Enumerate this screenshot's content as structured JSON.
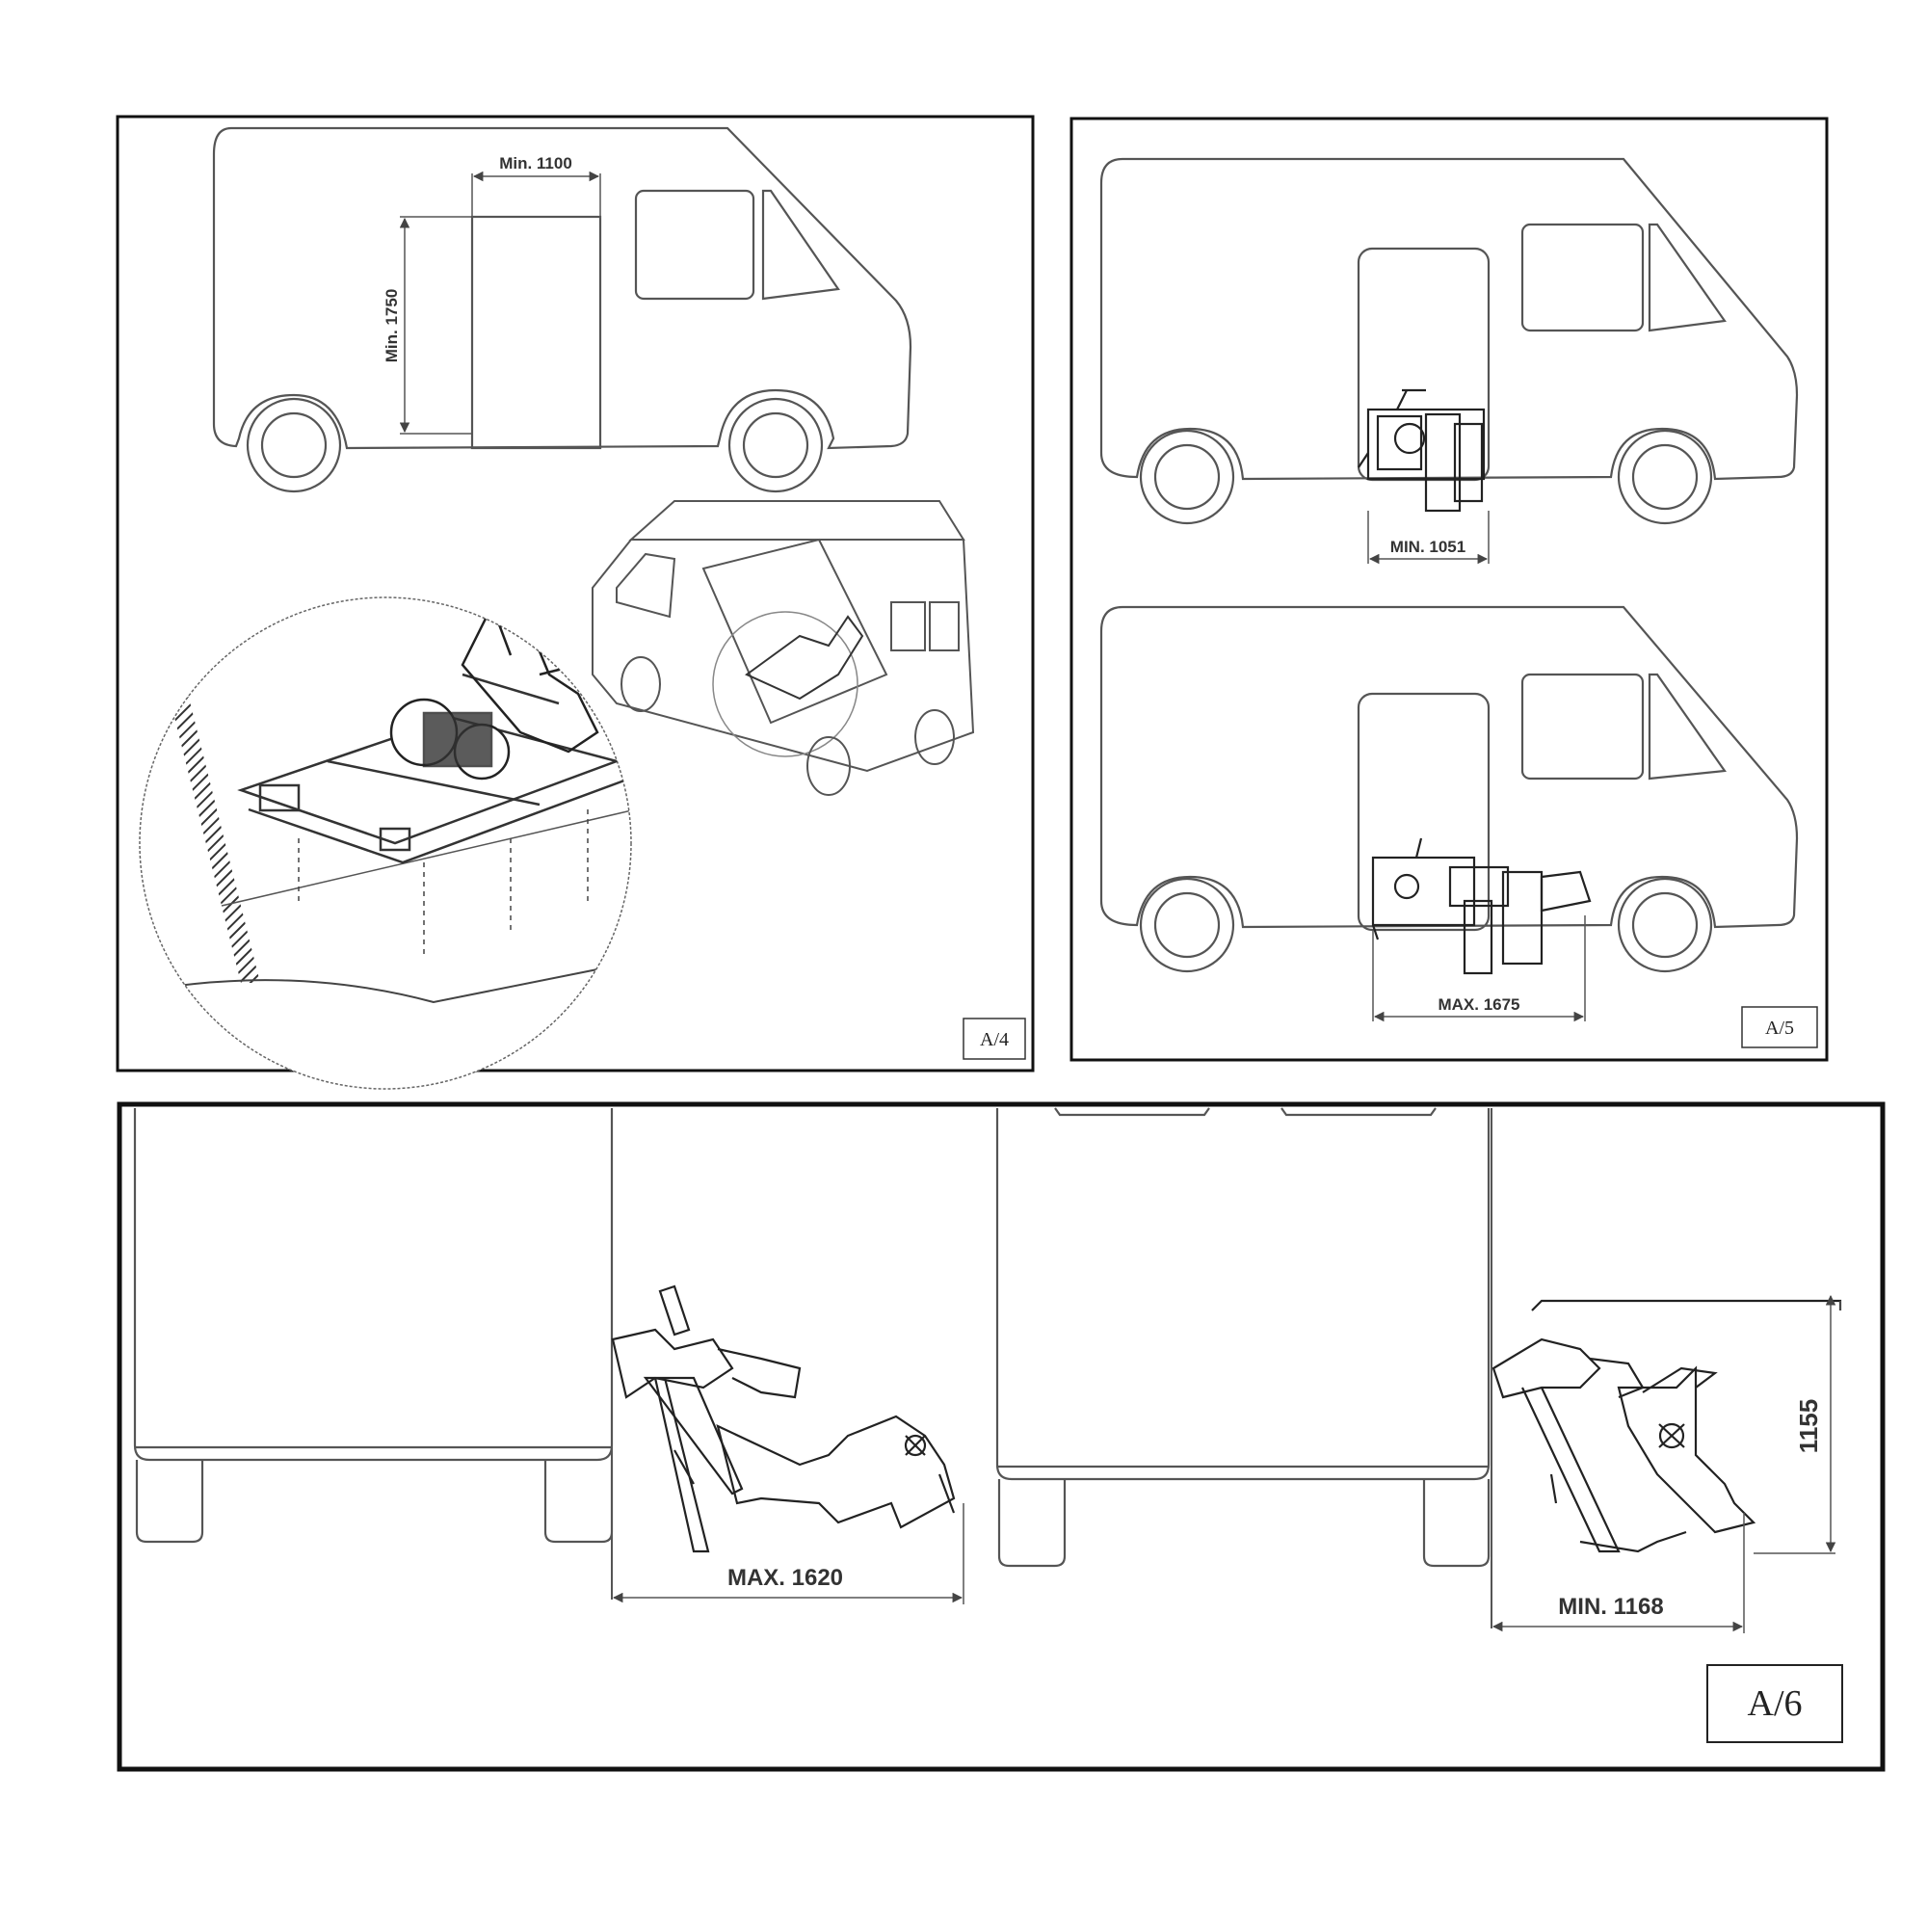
{
  "panels": {
    "a4": {
      "tag": "A/4",
      "dims": {
        "width": "Min. 1100",
        "height": "Min. 1750"
      }
    },
    "a5": {
      "tag": "A/5",
      "dims": {
        "top": "MIN. 1051",
        "bottom": "MAX. 1675"
      }
    },
    "a6": {
      "tag": "A/6",
      "dims": {
        "left": "MAX. 1620",
        "right_width": "MIN. 1168",
        "right_height": "1155"
      }
    }
  },
  "colors": {
    "line": "#555555",
    "frame": "#111111",
    "hatch": "#333333"
  }
}
